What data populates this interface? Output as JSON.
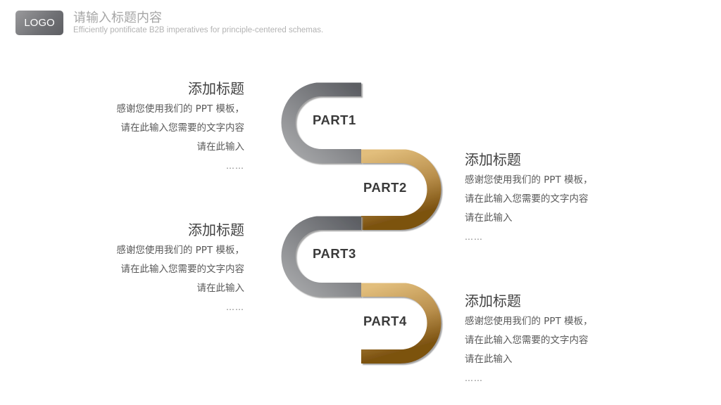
{
  "header": {
    "logo_label": "LOGO",
    "title": "请输入标题内容",
    "subtitle": "Efficiently pontificate B2B imperatives for principle-centered schemas."
  },
  "colors": {
    "gray_dark": "#5c5e63",
    "gray_light": "#a2a3a5",
    "gold_light": "#e0bb78",
    "gold_dark": "#7f5412",
    "label_text": "#3a3a3a",
    "heading_text": "#404040",
    "body_text": "#595959"
  },
  "parts": [
    {
      "label": "PART1",
      "color": "gray",
      "side": "left",
      "title": "添加标题",
      "lines": [
        "感谢您使用我们的 PPT 模板，",
        "请在此输入您需要的文字内容",
        "请在此输入"
      ],
      "ellipsis": "……"
    },
    {
      "label": "PART2",
      "color": "gold",
      "side": "right",
      "title": "添加标题",
      "lines": [
        "感谢您使用我们的 PPT 模板，",
        "请在此输入您需要的文字内容",
        "请在此输入"
      ],
      "ellipsis": "……"
    },
    {
      "label": "PART3",
      "color": "gray",
      "side": "left",
      "title": "添加标题",
      "lines": [
        "感谢您使用我们的 PPT 模板，",
        "请在此输入您需要的文字内容",
        "请在此输入"
      ],
      "ellipsis": "……"
    },
    {
      "label": "PART4",
      "color": "gold",
      "side": "right",
      "title": "添加标题",
      "lines": [
        "感谢您使用我们的 PPT 模板，",
        "请在此输入您需要的文字内容",
        "请在此输入"
      ],
      "ellipsis": "……"
    }
  ]
}
